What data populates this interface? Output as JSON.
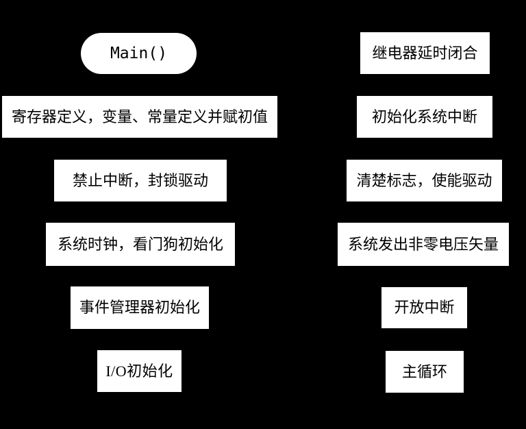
{
  "colors": {
    "background": "#000000",
    "node_fill": "#ffffff",
    "node_text": "#000000"
  },
  "flowchart": {
    "left_column": [
      {
        "label": "Main()",
        "shape": "rounded"
      },
      {
        "label": "寄存器定义，变量、常量定义并赋初值",
        "shape": "rect"
      },
      {
        "label": "禁止中断，封锁驱动",
        "shape": "rect"
      },
      {
        "label": "系统时钟，看门狗初始化",
        "shape": "rect"
      },
      {
        "label": "事件管理器初始化",
        "shape": "rect"
      },
      {
        "label": "I/O初始化",
        "shape": "rect"
      }
    ],
    "right_column": [
      {
        "label": "继电器延时闭合",
        "shape": "rect"
      },
      {
        "label": "初始化系统中断",
        "shape": "rect"
      },
      {
        "label": "清楚标志，使能驱动",
        "shape": "rect"
      },
      {
        "label": "系统发出非零电压矢量",
        "shape": "rect"
      },
      {
        "label": "开放中断",
        "shape": "rect"
      },
      {
        "label": "主循环",
        "shape": "rect"
      }
    ]
  }
}
